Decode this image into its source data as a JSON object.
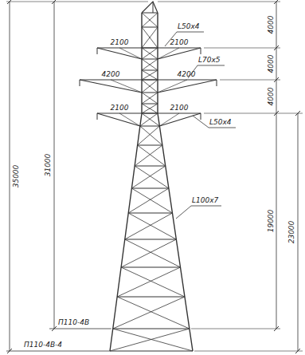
{
  "diagram": {
    "labels": [
      "4000",
      "4000",
      "4000",
      "19000",
      "23000",
      "31000",
      "35000",
      "2100",
      "2100",
      "4200",
      "4200",
      "2100",
      "2100",
      "L50x4",
      "L70x5",
      "L50x4",
      "L100x7",
      "П110-4В",
      "П110-4В-4"
    ]
  }
}
